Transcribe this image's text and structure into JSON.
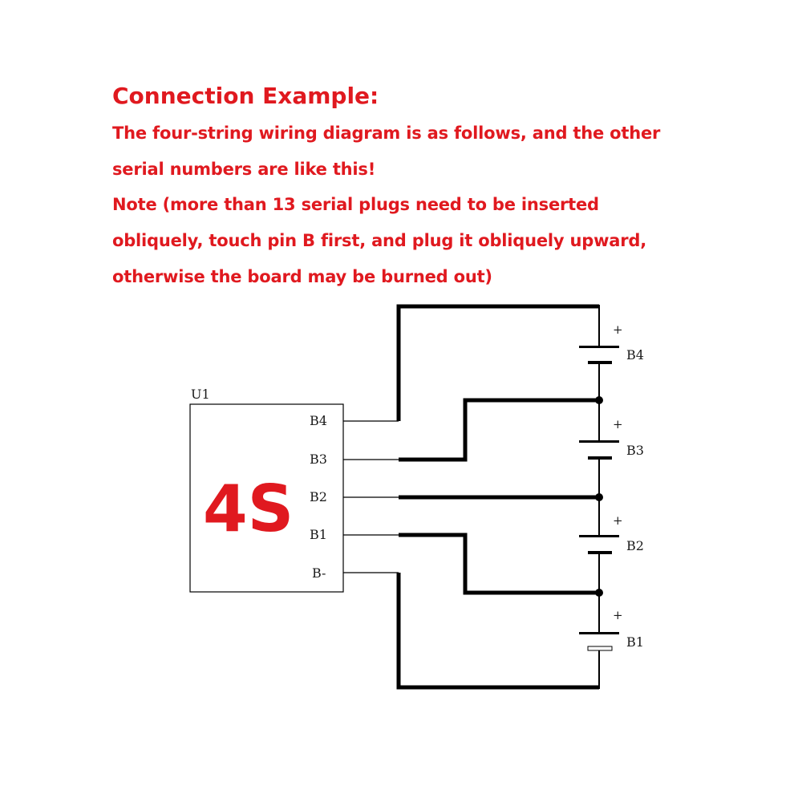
{
  "header": {
    "title": "Connection Example:",
    "lines": [
      "The four-string wiring diagram is as follows, and the other",
      "serial numbers are like this!",
      "Note (more than 13 serial plugs need to be inserted",
      "obliquely, touch pin B first, and plug it obliquely upward,",
      "otherwise the board may be burned out)"
    ]
  },
  "diagram": {
    "chip": {
      "ref": "U1",
      "model": "4S",
      "pins": [
        "B4",
        "B3",
        "B2",
        "B1",
        "B-"
      ]
    },
    "cells": [
      {
        "label": "B4",
        "polarity": "+"
      },
      {
        "label": "B3",
        "polarity": "+"
      },
      {
        "label": "B2",
        "polarity": "+"
      },
      {
        "label": "B1",
        "polarity": "+"
      }
    ]
  },
  "colors": {
    "accent": "#e0191f",
    "wire": "#000000",
    "outline": "#000000"
  }
}
